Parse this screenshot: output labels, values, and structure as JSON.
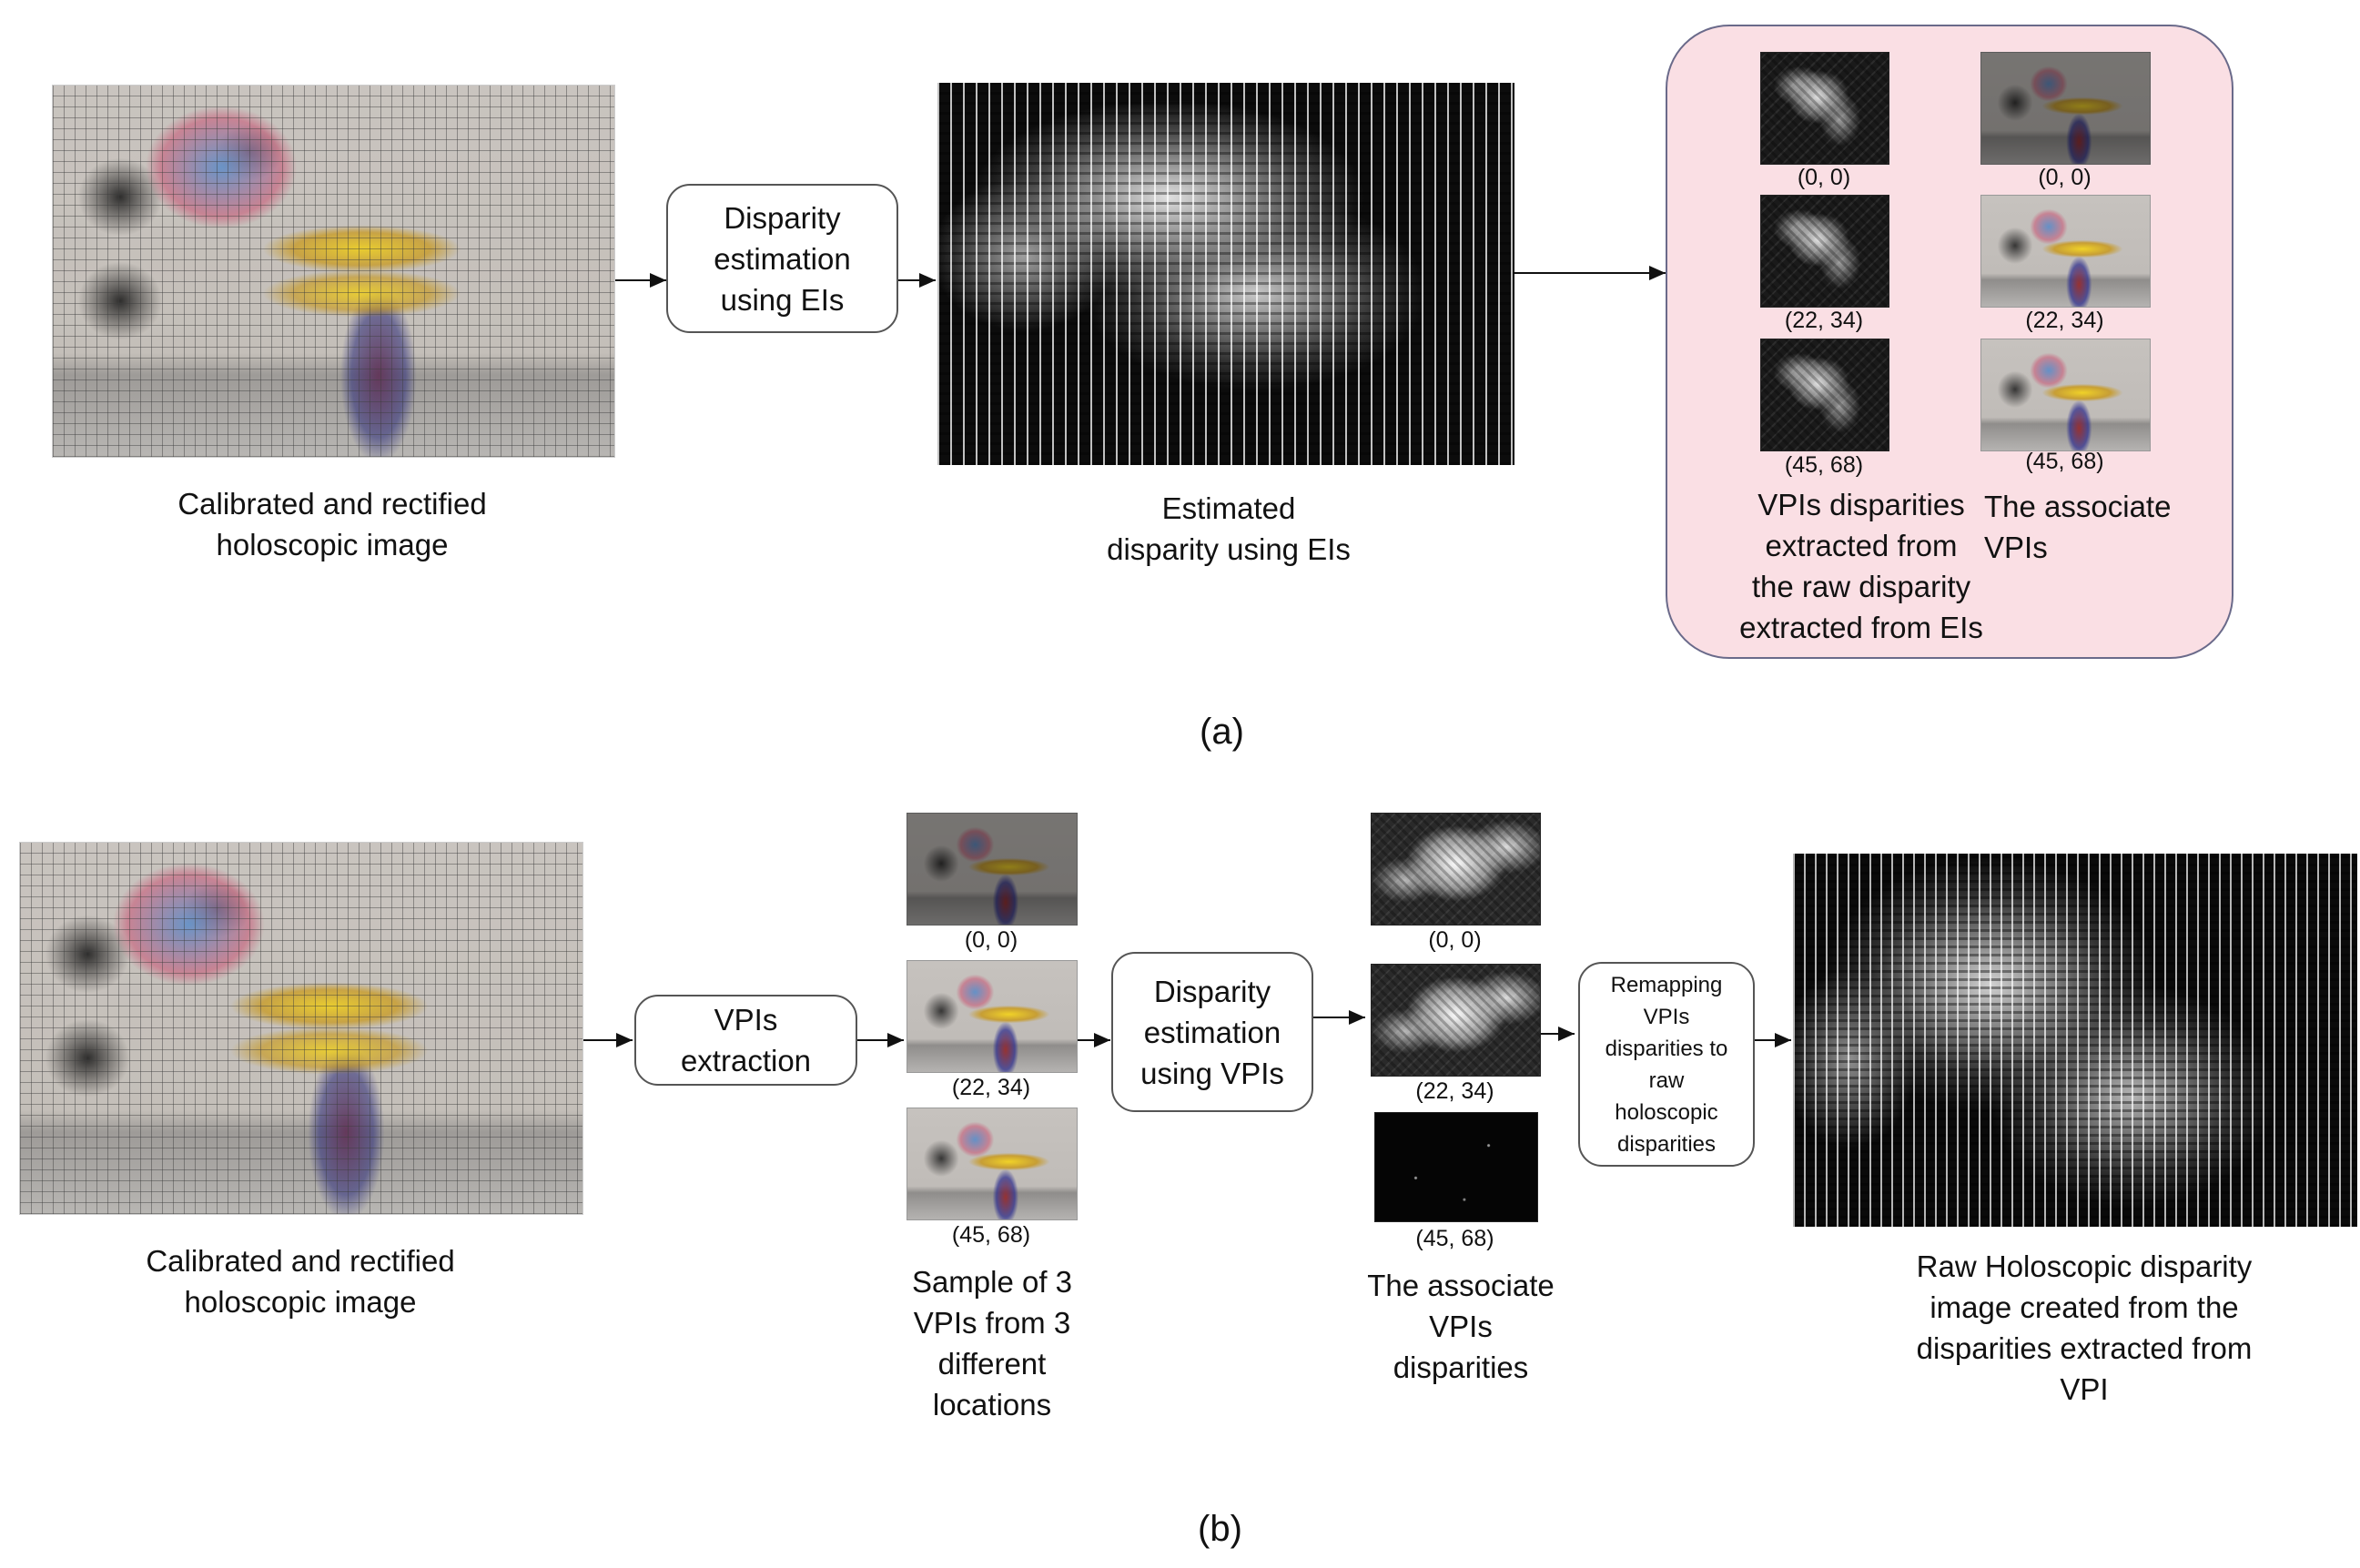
{
  "panel_a": {
    "label": "(a)",
    "input_caption": "Calibrated and rectified\nholoscopic image",
    "process_box": "Disparity\nestimation\nusing EIs",
    "disparity_caption": "Estimated\ndisparity using EIs",
    "vpi_disparity_coords": [
      "(0, 0)",
      "(22, 34)",
      "(45, 68)"
    ],
    "vpi_coords": [
      "(0, 0)",
      "(22, 34)",
      "(45, 68)"
    ],
    "vpi_disparities_caption": "VPIs disparities\nextracted from\nthe raw disparity\nextracted from EIs",
    "vpis_caption": "The associate\nVPIs"
  },
  "panel_b": {
    "label": "(b)",
    "input_caption": "Calibrated and rectified\nholoscopic image",
    "extraction_box": "VPIs\nextraction",
    "vpi_coords": [
      "(0, 0)",
      "(22, 34)",
      "(45, 68)"
    ],
    "vpis_caption": "Sample of 3\nVPIs from 3\ndifferent\nlocations",
    "process_box": "Disparity\nestimation\nusing VPIs",
    "disparity_coords": [
      "(0, 0)",
      "(22, 34)",
      "(45, 68)"
    ],
    "disparities_caption": "The associate\nVPIs\ndisparities",
    "remap_box": "Remapping\nVPIs\ndisparities to\nraw\nholoscopic\ndisparities",
    "output_caption": "Raw Holoscopic disparity\nimage created from the\ndisparities extracted from\nVPI"
  }
}
